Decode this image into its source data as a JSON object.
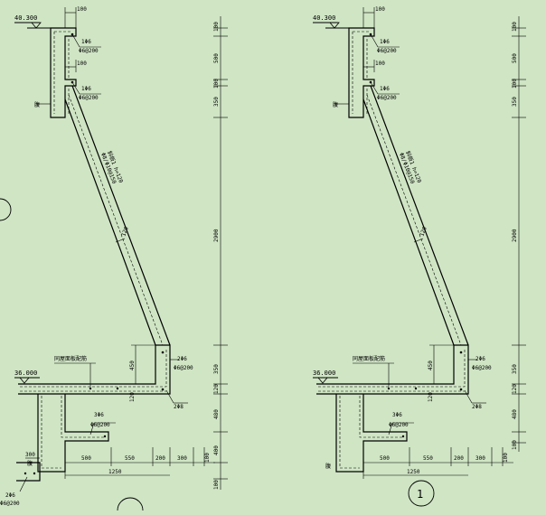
{
  "colors": {
    "background": "#cfe5c4",
    "ink": "#000000"
  },
  "drawing": {
    "elev_top": "40.300",
    "elev_bottom": "36.000",
    "top_dim_upper": "100",
    "top_dim_lower": "100",
    "bar_1": "1Φ6",
    "stirrup_1": "Φ6@200",
    "bar_2": "1Φ6",
    "stirrup_2": "Φ6@200",
    "side_tag_upper": "腹",
    "slab_note_a": "斜板1 h=120",
    "slab_note_b": "Φ8/Φ10@150",
    "slab_thickness": "120",
    "beam_note": "同屋面板配筋",
    "beam_height": "450",
    "beam_bar": "2Φ6",
    "beam_stirrup": "Φ6@200",
    "beam_bottom_bar": "2Φ8",
    "slab_under": "120",
    "lower_bar": "3Φ6",
    "lower_stirrup": "Φ6@200",
    "lower_dim_300": "300",
    "side_tag_lower": "腹",
    "bottom_bar": "2Φ6",
    "bottom_stirrup": "Φ6@200",
    "dims_bottom": [
      "500",
      "550",
      "200",
      "300",
      "100"
    ],
    "dim_total": "1250",
    "dims_right": [
      "100",
      "500",
      "100",
      "350",
      "2900",
      "350",
      "120",
      "480",
      "400",
      "100"
    ],
    "dims_right_2": [
      "100",
      "500",
      "100",
      "350",
      "2900",
      "350",
      "120",
      "480",
      "100"
    ],
    "section_number": "1"
  }
}
